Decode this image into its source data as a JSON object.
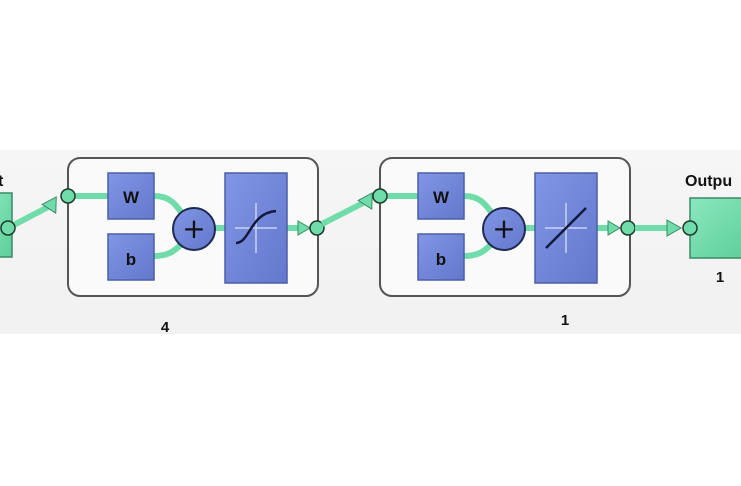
{
  "diagram": {
    "type": "neural-network-view",
    "input": {
      "label_partial": "t",
      "size": ""
    },
    "hidden_layer": {
      "weight_label": "W",
      "bias_label": "b",
      "sum_symbol": "+",
      "transfer": "sigmoid",
      "size": "4"
    },
    "output_layer": {
      "weight_label": "W",
      "bias_label": "b",
      "sum_symbol": "+",
      "transfer": "linear",
      "size": "1"
    },
    "output": {
      "label": "Outpu",
      "size": "1"
    },
    "colors": {
      "block_fill": "#6f86d8",
      "block_edge": "#4a5ea8",
      "connector": "#6fdcaa",
      "output_block": "#6fdcaa",
      "frame": "#555555"
    }
  }
}
